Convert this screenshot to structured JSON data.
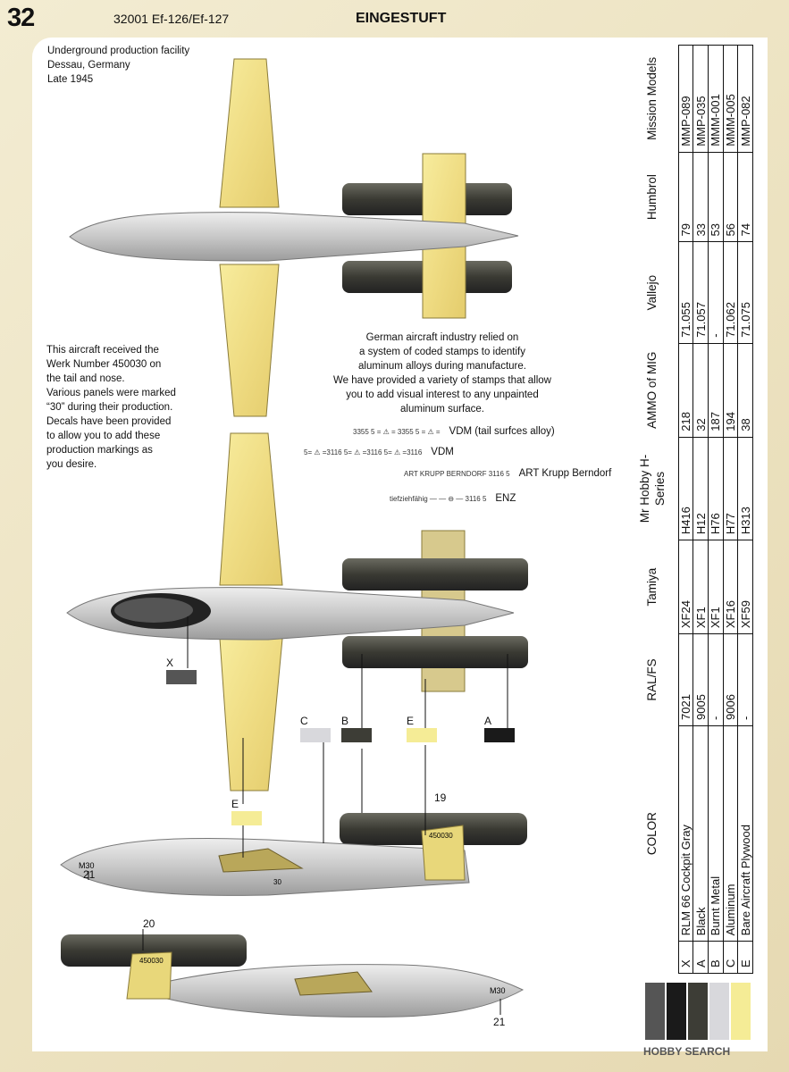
{
  "header": {
    "page_number": "32",
    "code": "32001 Ef-126/Ef-127",
    "title": "EINGESTUFT"
  },
  "intro": {
    "line1": "Underground production facility",
    "line2": "Dessau, Germany",
    "line3": "Late 1945"
  },
  "werk": {
    "lines": [
      "This aircraft received the",
      "Werk Number 450030 on",
      "the tail and nose.",
      "Various panels were marked",
      "“30” during their production.",
      "Decals have been provided",
      "to allow you to add these",
      "production markings as",
      "you desire."
    ]
  },
  "stamps_note": {
    "lines": [
      "German aircraft industry relied on",
      "a system of coded stamps to identify",
      "aluminum alloys during manufacture.",
      "We have provided a variety of stamps that allow",
      "you to add visual interest to any unpainted",
      "aluminum surface."
    ]
  },
  "stamps": [
    {
      "code": "3355 5  = ⚠ =  3355 5  = ⚠ =",
      "label": "VDM (tail surfces alloy)"
    },
    {
      "code": "5= ⚠ =3116  5= ⚠ =3116  5= ⚠ =3116",
      "label": "VDM"
    },
    {
      "code": "ART KRUPP BERNDORF  3116 5",
      "label": "ART Krupp Berndorf"
    },
    {
      "code": "tiefziehfähig  — — ⊖ — 3116 5",
      "label": "ENZ"
    }
  ],
  "callouts": {
    "x": "X",
    "c": "C",
    "b": "B",
    "e": "E",
    "a": "A",
    "e2": "E",
    "n19": "19",
    "n20": "20",
    "n21a": "21",
    "n21b": "21"
  },
  "markings": {
    "nose": "M30",
    "nose2": "M30",
    "tail": "450030",
    "tail2": "450030",
    "num30": "30"
  },
  "colors": {
    "X": "#555555",
    "A": "#1a1a1a",
    "B": "#3d3d36",
    "C": "#d8d8dc",
    "E": "#f5ec96"
  },
  "table": {
    "headers": [
      "",
      "COLOR",
      "RAL/FS",
      "Tamiya",
      "Mr Hobby H-Series",
      "AMMO of MIG",
      "Vallejo",
      "Humbrol",
      "Mission Models"
    ],
    "rows": [
      [
        "X",
        "RLM 66 Cockpit Gray",
        "7021",
        "XF24",
        "H416",
        "218",
        "71.055",
        "79",
        "MMP-089"
      ],
      [
        "A",
        "Black",
        "9005",
        "XF1",
        "H12",
        "32",
        "71.057",
        "33",
        "MMP-035"
      ],
      [
        "B",
        "Burnt Metal",
        "-",
        "XF1",
        "H76",
        "187",
        "-",
        "53",
        "MMM-001"
      ],
      [
        "C",
        "Aluminum",
        "9006",
        "XF16",
        "H77",
        "194",
        "71.062",
        "56",
        "MMM-005"
      ],
      [
        "E",
        "Bare Aircraft Plywood",
        "-",
        "XF59",
        "H313",
        "38",
        "71.075",
        "74",
        "MMP-082"
      ]
    ]
  },
  "footer": "HOBBY SEARCH"
}
